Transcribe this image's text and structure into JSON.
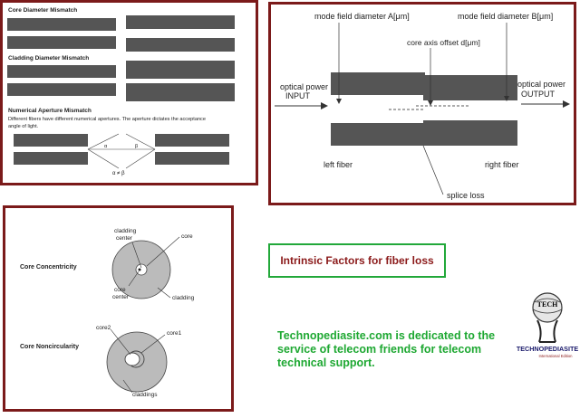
{
  "panel_mismatch": {
    "core_title": "Core Diameter Mismatch",
    "cladding_title": "Cladding Diameter Mismatch",
    "na_title": "Numerical Aperture Mismatch",
    "na_desc_1": "Different fibers have different numerical apertures. The aperture dictates the acceptance",
    "na_desc_2": "angle of light.",
    "alpha": "α",
    "beta": "β",
    "alpha_neq_beta": "α ≠ β"
  },
  "panel_offset": {
    "mfd_a": "mode field diameter A[μm]",
    "mfd_b": "mode field diameter B[μm]",
    "core_offset": "core axis offset d[μm]",
    "input_1": "optical power",
    "input_2": "INPUT",
    "output_1": "optical power",
    "output_2": "OUTPUT",
    "left_fiber": "left fiber",
    "right_fiber": "right fiber",
    "splice_loss": "splice loss"
  },
  "panel_concentricity": {
    "title_1": "Core Concentricity",
    "title_2": "Core Noncircularity",
    "cladding_center_1": "cladding",
    "cladding_center_2": "center",
    "core": "core",
    "core_center_1": "core",
    "core_center_2": "center",
    "cladding": "cladding",
    "core1": "core1",
    "core2": "core2",
    "claddings": "claddings"
  },
  "intrinsic_label": "Intrinsic Factors for fiber loss",
  "dedicated_text": "Technopediasite.com is dedicated to the service of telecom friends for telecom technical support.",
  "logo": {
    "tech": "TECH",
    "brand": "TECHNOPEDIASITE",
    "edition": "International Edition"
  },
  "colors": {
    "panel_border": "#7b1a1a",
    "green": "#1ea832",
    "dark_red": "#8b1a1a"
  }
}
